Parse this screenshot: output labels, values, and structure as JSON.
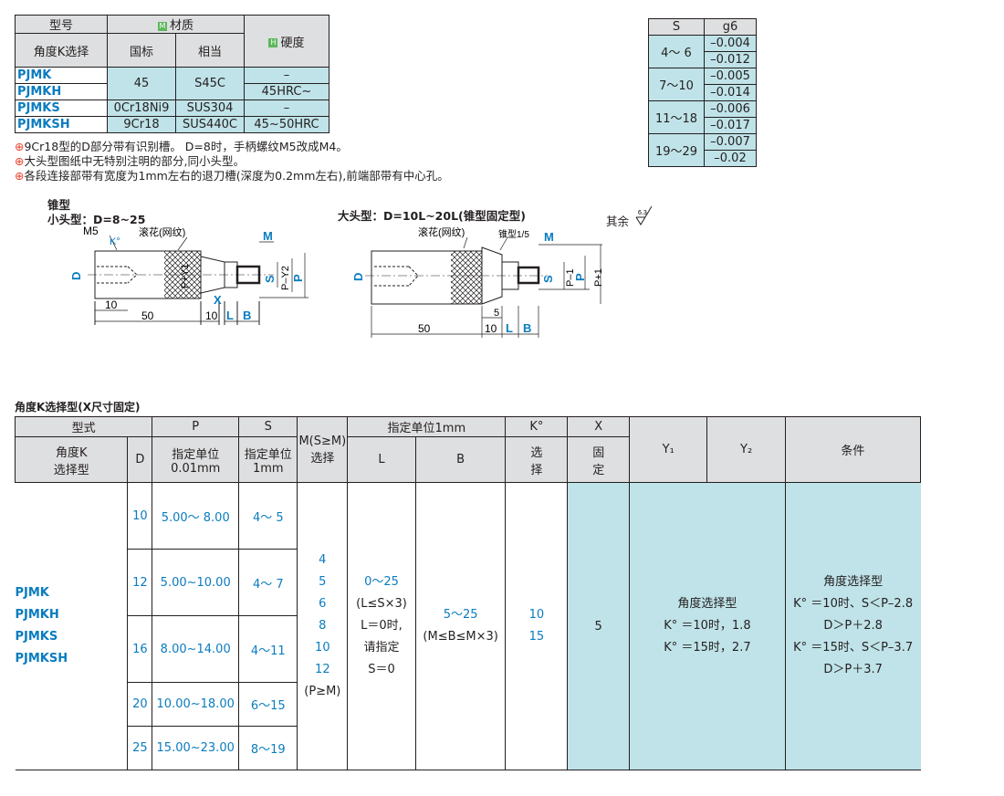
{
  "material_table": {
    "h_model": "型号",
    "h_material": "材质",
    "h_angle": "角度K选择",
    "h_gb": "国标",
    "h_equiv": "相当",
    "h_hardness": "硬度",
    "badge_m": "M",
    "badge_h": "H",
    "rows": [
      {
        "code": "PJMK",
        "gb": "45",
        "equiv": "S45C",
        "hardness": "–"
      },
      {
        "code": "PJMKH",
        "hardness": "45HRC~"
      },
      {
        "code": "PJMKS",
        "gb": "0Cr18Ni9",
        "equiv": "SUS304",
        "hardness": "–"
      },
      {
        "code": "PJMKSH",
        "gb": "9Cr18",
        "equiv": "SUS440C",
        "hardness": "45~50HRC"
      }
    ]
  },
  "notes": [
    "9Cr18型的D部分带有识别槽。      D=8时，手柄螺纹M5改成M4。",
    "大头型图纸中无特别注明的部分,同小头型。",
    "各段连接部带有宽度为1mm左右的退刀槽(深度为0.2mm左右),前端部带有中心孔。"
  ],
  "tolerance_table": {
    "h_s": "S",
    "h_g6": "g6",
    "rows": [
      {
        "s": "4～ 6",
        "up": "–0.004",
        "lo": "–0.012"
      },
      {
        "s": "7～10",
        "up": "–0.005",
        "lo": "–0.014"
      },
      {
        "s": "11～18",
        "up": "–0.006",
        "lo": "–0.017"
      },
      {
        "s": "19～29",
        "up": "–0.007",
        "lo": "–0.02"
      }
    ]
  },
  "drawing": {
    "title": "锥型",
    "small_label": "小头型：D=8~25",
    "large_label": "大头型：D=10L~20L(锥型固定型)",
    "surface": "其余",
    "surface_value": "6.3",
    "m5": "M5",
    "k": "K°",
    "knurl": "滚花(网纹)",
    "taper": "锥型1/5",
    "M": "M",
    "D": "D",
    "S": "S",
    "P": "P",
    "P1": "P–1",
    "Pp1": "P+1",
    "PY1": "P+Y1",
    "PY2": "P–Y2",
    "X": "X",
    "L": "L",
    "B": "B",
    "d10": "10",
    "d50": "50",
    "d5": "5"
  },
  "main_table": {
    "section_title": "角度K选择型(X尺寸固定)",
    "h_type": "型式",
    "h_p": "P",
    "h_s": "S",
    "h_m": "M(S≥M)",
    "h_m2": "选择",
    "h_unit1mm": "指定单位1mm",
    "h_k": "K°",
    "h_x": "X",
    "h_angle1": "角度K",
    "h_angle2": "选择型",
    "h_d": "D",
    "h_p_unit": "指定单位",
    "h_p_unit2": "0.01mm",
    "h_s_unit": "指定单位",
    "h_s_unit2": "1mm",
    "h_l": "L",
    "h_b": "B",
    "h_k_sel1": "选",
    "h_k_sel2": "择",
    "h_x_fix1": "固",
    "h_x_fix2": "定",
    "h_y1": "Y₁",
    "h_y2": "Y₂",
    "h_cond": "条件",
    "codes": [
      "PJMK",
      "PJMKH",
      "PJMKS",
      "PJMKSH"
    ],
    "rows": [
      {
        "d": "10",
        "p": "5.00～ 8.00",
        "s": "4～ 5"
      },
      {
        "d": "12",
        "p": "5.00~10.00",
        "s": "4～ 7"
      },
      {
        "d": "16",
        "p": "8.00~14.00",
        "s": "4～11"
      },
      {
        "d": "20",
        "p": "10.00~18.00",
        "s": "6～15"
      },
      {
        "d": "25",
        "p": "15.00~23.00",
        "s": "8～19"
      }
    ],
    "m_values": [
      "4",
      "5",
      "6",
      "8",
      "10",
      "12"
    ],
    "m_note": "(P≥M)",
    "l_values": [
      "0～25",
      "(L≤S×3)",
      "L＝0时,",
      "请指定",
      "S＝0"
    ],
    "b_values": [
      "5～25",
      "(M≤B≤M×3)"
    ],
    "k_values": [
      "10",
      "15"
    ],
    "x_value": "5",
    "y_values": [
      "角度选择型",
      "K°  ＝10时，1.8",
      "K°  ＝15时，2.7"
    ],
    "cond_values": [
      "角度选择型",
      "K°  ＝10时、S＜P–2.8",
      "D＞P＋2.8",
      "K°  ＝15时、S＜P–3.7",
      "D＞P＋3.7"
    ]
  }
}
